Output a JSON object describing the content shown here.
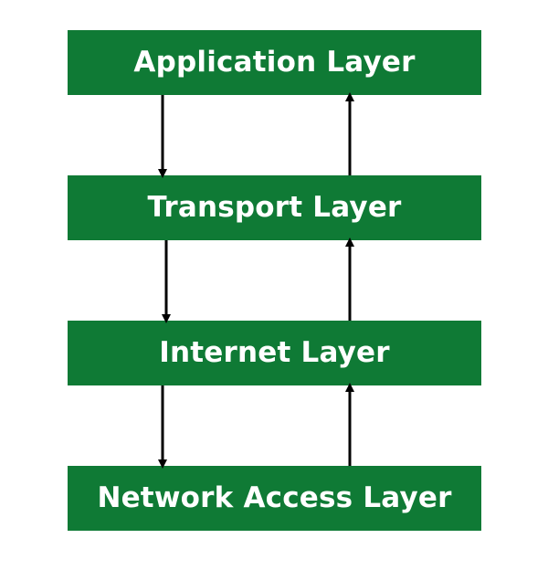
{
  "diagram": {
    "layers": [
      {
        "label": "Application Layer"
      },
      {
        "label": "Transport Layer"
      },
      {
        "label": "Internet Layer"
      },
      {
        "label": "Network Access Layer"
      }
    ],
    "colors": {
      "box_fill": "#0f7a35",
      "box_text": "#ffffff",
      "arrow": "#000000",
      "background": "#ffffff"
    }
  }
}
